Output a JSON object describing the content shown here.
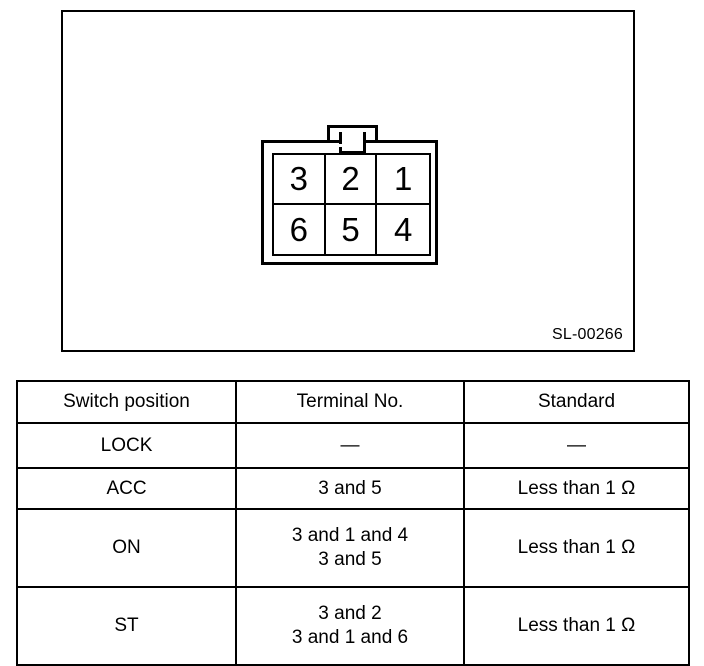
{
  "figure": {
    "code": "SL-00266",
    "connector": {
      "name": "ignition-switch-connector",
      "rows": 2,
      "columns": 3,
      "pins": [
        [
          "3",
          "2",
          "1"
        ],
        [
          "6",
          "5",
          "4"
        ]
      ]
    }
  },
  "table": {
    "headers": [
      "Switch position",
      "Terminal No.",
      "Standard"
    ],
    "rows": [
      {
        "position": "LOCK",
        "terminals": [
          "—"
        ],
        "standard": "—"
      },
      {
        "position": "ACC",
        "terminals": [
          "3 and 5"
        ],
        "standard": "Less than 1 Ω"
      },
      {
        "position": "ON",
        "terminals": [
          "3 and 1 and 4",
          "3 and 5"
        ],
        "standard": "Less than 1 Ω"
      },
      {
        "position": "ST",
        "terminals": [
          "3 and 2",
          "3 and 1 and 6"
        ],
        "standard": "Less than 1 Ω"
      }
    ]
  },
  "colors": {
    "line": "#000000",
    "background": "#ffffff"
  }
}
